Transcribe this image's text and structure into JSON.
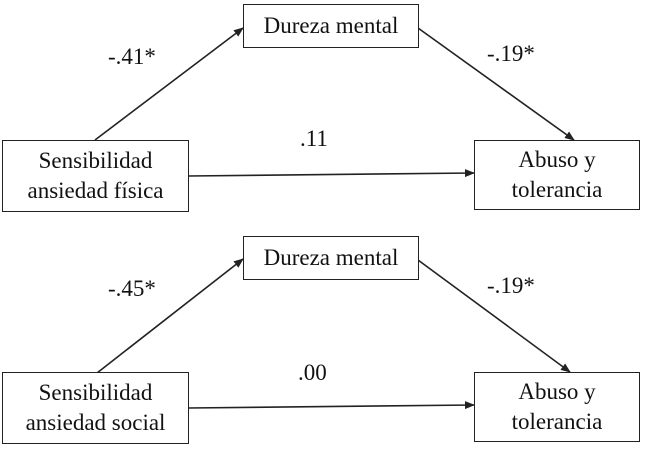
{
  "models": [
    {
      "mediator": "Dureza mental",
      "predictor": [
        "Sensibilidad",
        "ansiedad física"
      ],
      "outcome": [
        "Abuso y",
        "tolerancia"
      ],
      "path_a": "-.41*",
      "path_b": "-.19*",
      "path_c": ".11"
    },
    {
      "mediator": "Dureza mental",
      "predictor": [
        "Sensibilidad",
        "ansiedad social"
      ],
      "outcome": [
        "Abuso y",
        "tolerancia"
      ],
      "path_a": "-.45*",
      "path_b": "-.19*",
      "path_c": ".00"
    }
  ]
}
